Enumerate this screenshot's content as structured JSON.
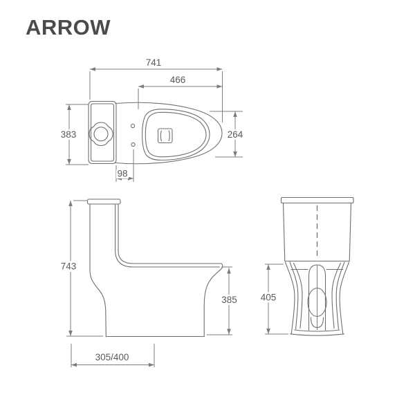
{
  "brand": {
    "logo_text": "ARROW"
  },
  "colors": {
    "background": "#ffffff",
    "drawing_line": "#6e6e6e",
    "dimension_line": "#7c7c7c",
    "dimension_text": "#595959",
    "logo_text": "#4b4b4b"
  },
  "views": {
    "top": {
      "dims": {
        "overall_length": "741",
        "opening_length": "466",
        "overall_width": "383",
        "opening_width": "264",
        "hinge_offset": "98"
      }
    },
    "side": {
      "dims": {
        "overall_height": "743",
        "rim_height": "385",
        "rough_in": "305/400"
      }
    },
    "rear": {
      "dims": {
        "base_height": "405"
      }
    }
  }
}
